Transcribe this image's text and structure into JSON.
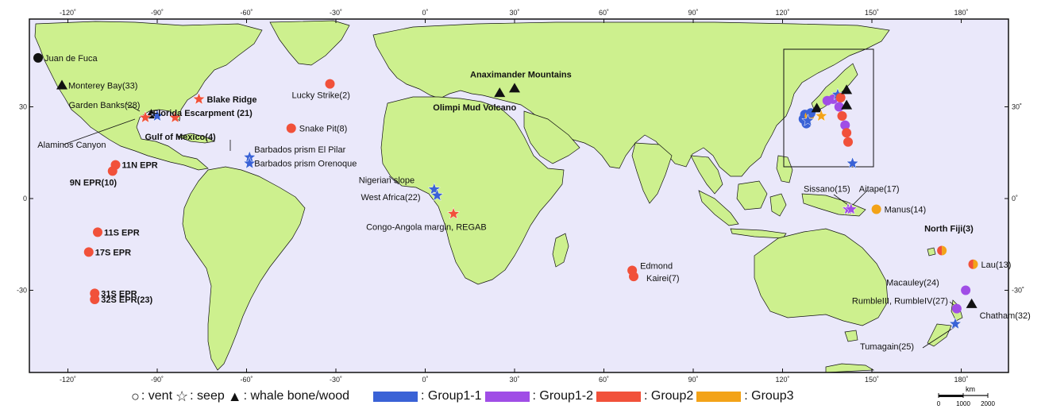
{
  "colors": {
    "ocean": "#eae8fa",
    "land": "#cdf08e",
    "coast": "#111111",
    "group1_1": "#3a62d6",
    "group1_2": "#a04de6",
    "group2": "#f1513a",
    "group3": "#f3a318",
    "none": "#111111",
    "seep_red": "#f1514c"
  },
  "ticks": {
    "top": [
      "-120˚",
      "-90˚",
      "-60˚",
      "-30˚",
      "0˚",
      "30˚",
      "60˚",
      "90˚",
      "120˚",
      "150˚",
      "180˚"
    ],
    "bottom": [
      "-120˚",
      "-90˚",
      "-60˚",
      "-30˚",
      "0˚",
      "30˚",
      "60˚",
      "90˚",
      "120˚",
      "150˚",
      "180˚"
    ],
    "left": [
      "30",
      "0",
      "-30"
    ],
    "right": [
      "30˚",
      "0˚",
      "-30˚"
    ]
  },
  "sites": [
    {
      "label": "Juan de Fuca",
      "lon": -130,
      "lat": 46,
      "type": "vent",
      "group": "none",
      "bold": false
    },
    {
      "label": "Monterey Bay(33)",
      "lon": -122,
      "lat": 37,
      "type": "whale",
      "group": "none",
      "bold": false
    },
    {
      "label": "Garden Banks(28)",
      "lon": -92,
      "lat": 27.5,
      "type": "whale",
      "group": "none",
      "bold": false
    },
    {
      "label": "",
      "lon": -94,
      "lat": 26.5,
      "type": "seep",
      "group": "group2"
    },
    {
      "label": "",
      "lon": -90,
      "lat": 27,
      "type": "seep",
      "group": "group1_1"
    },
    {
      "label": "Florida Escarpment (21)",
      "lon": -84,
      "lat": 26.5,
      "type": "seep",
      "group": "group2",
      "bold": true
    },
    {
      "label": "Blake Ridge",
      "lon": -76,
      "lat": 32.5,
      "type": "seep",
      "group": "group2",
      "bold": true
    },
    {
      "label": "Gulf of Mexico(4)",
      "lon": -92,
      "lat": 25,
      "type": "none",
      "group": "none",
      "bold": true
    },
    {
      "label": "Alaminos Canyon",
      "lon": -95,
      "lat": 26,
      "type": "none",
      "group": "none",
      "bold": false
    },
    {
      "label": "Barbados prism El Pilar",
      "lon": -59,
      "lat": 13.5,
      "type": "seep",
      "group": "group1_1",
      "bold": false
    },
    {
      "label": "Barbados prism Orenoque",
      "lon": -59,
      "lat": 11.5,
      "type": "seep",
      "group": "group1_1",
      "bold": false
    },
    {
      "label": "Lucky Strike(2)",
      "lon": -32,
      "lat": 37.5,
      "type": "vent",
      "group": "group2",
      "bold": false
    },
    {
      "label": "Snake Pit(8)",
      "lon": -45,
      "lat": 23,
      "type": "vent",
      "group": "group2",
      "bold": false
    },
    {
      "label": "11N EPR",
      "lon": -104,
      "lat": 11,
      "type": "vent",
      "group": "group2",
      "bold": true
    },
    {
      "label": "9N EPR(10)",
      "lon": -105,
      "lat": 9,
      "type": "vent",
      "group": "group2",
      "bold": true
    },
    {
      "label": "11S EPR",
      "lon": -110,
      "lat": -11,
      "type": "vent",
      "group": "group2",
      "bold": true
    },
    {
      "label": "17S EPR",
      "lon": -113,
      "lat": -17.5,
      "type": "vent",
      "group": "group2",
      "bold": true
    },
    {
      "label": "31S EPR",
      "lon": -111,
      "lat": -31,
      "type": "vent",
      "group": "group2",
      "bold": true
    },
    {
      "label": "32S EPR(23)",
      "lon": -111,
      "lat": -33,
      "type": "vent",
      "group": "group2",
      "bold": true
    },
    {
      "label": "Nigerian slope",
      "lon": 3,
      "lat": 3,
      "type": "seep",
      "group": "group1_1",
      "bold": false
    },
    {
      "label": "West Africa(22)",
      "lon": 4,
      "lat": 1,
      "type": "seep",
      "group": "group1_1",
      "bold": false
    },
    {
      "label": "Congo-Angola margin, REGAB",
      "lon": 9.5,
      "lat": -5,
      "type": "seep",
      "group": "group2",
      "bold": false
    },
    {
      "label": "Anaximander Mountains",
      "lon": 30,
      "lat": 36,
      "type": "whale",
      "group": "none",
      "bold": true
    },
    {
      "label": "Olimpi Mud Volcano",
      "lon": 25,
      "lat": 34.5,
      "type": "whale",
      "group": "none",
      "bold": true
    },
    {
      "label": "Edmond",
      "lon": 69.5,
      "lat": -23.5,
      "type": "vent",
      "group": "group2",
      "bold": false
    },
    {
      "label": "Kairei(7)",
      "lon": 70,
      "lat": -25.5,
      "type": "vent",
      "group": "group2",
      "bold": false
    },
    {
      "label": "Sissano(15)",
      "lon": 142,
      "lat": -3.5,
      "type": "seep",
      "group": "group1_2",
      "bold": false
    },
    {
      "label": "Aitape(17)",
      "lon": 143,
      "lat": -3.5,
      "type": "seep",
      "group": "group1_2",
      "bold": false
    },
    {
      "label": "Manus(14)",
      "lon": 151.5,
      "lat": -3.5,
      "type": "vent",
      "group": "group3",
      "bold": false
    },
    {
      "label": "North Fiji(3)",
      "lon": 173.5,
      "lat": -17,
      "type": "vent",
      "group": "group2_3",
      "bold": true
    },
    {
      "label": "Lau(13)",
      "lon": 184,
      "lat": -21.5,
      "type": "vent",
      "group": "group2_3",
      "bold": false
    },
    {
      "label": "Macauley(24)",
      "lon": 181.5,
      "lat": -30,
      "type": "vent",
      "group": "group1_2",
      "bold": false
    },
    {
      "label": "RumbleIII, RumbleIV(27)",
      "lon": 178.5,
      "lat": -36,
      "type": "vent",
      "group": "group1_2",
      "bold": false
    },
    {
      "label": "Chatham(32)",
      "lon": 183.5,
      "lat": -34.5,
      "type": "whale",
      "group": "none",
      "bold": false
    },
    {
      "label": "Tumagain(25)",
      "lon": 178,
      "lat": -41,
      "type": "seep",
      "group": "group1_1",
      "bold": false
    }
  ],
  "japan_markers": [
    {
      "lon": 127,
      "lat": 26,
      "type": "vent",
      "group": "group1_1"
    },
    {
      "lon": 127.5,
      "lat": 27.5,
      "type": "vent",
      "group": "group1_1"
    },
    {
      "lon": 128,
      "lat": 24.5,
      "type": "vent",
      "group": "group1_1"
    },
    {
      "lon": 129,
      "lat": 27,
      "type": "vent",
      "group": "group3"
    },
    {
      "lon": 129.5,
      "lat": 28,
      "type": "vent",
      "group": "group1_1"
    },
    {
      "lon": 128.5,
      "lat": 25.5,
      "type": "seep",
      "group": "group1_1"
    },
    {
      "lon": 131.5,
      "lat": 29.5,
      "type": "whale",
      "group": "none"
    },
    {
      "lon": 133,
      "lat": 27,
      "type": "seep",
      "group": "group3"
    },
    {
      "lon": 135,
      "lat": 32,
      "type": "vent",
      "group": "group1_2"
    },
    {
      "lon": 137,
      "lat": 32.5,
      "type": "vent",
      "group": "group1_2"
    },
    {
      "lon": 138.5,
      "lat": 34,
      "type": "seep",
      "group": "group1_1"
    },
    {
      "lon": 139.5,
      "lat": 33,
      "type": "vent",
      "group": "group2"
    },
    {
      "lon": 139,
      "lat": 30,
      "type": "vent",
      "group": "group1_2"
    },
    {
      "lon": 140,
      "lat": 27,
      "type": "vent",
      "group": "group2"
    },
    {
      "lon": 141,
      "lat": 24,
      "type": "vent",
      "group": "group1_2"
    },
    {
      "lon": 141.5,
      "lat": 21.5,
      "type": "vent",
      "group": "group2"
    },
    {
      "lon": 142,
      "lat": 18.5,
      "type": "vent",
      "group": "group2"
    },
    {
      "lon": 143.5,
      "lat": 11.5,
      "type": "seep",
      "group": "group1_1"
    },
    {
      "lon": 141.5,
      "lat": 35.5,
      "type": "whale",
      "group": "none"
    },
    {
      "lon": 141.5,
      "lat": 30.5,
      "type": "whale",
      "group": "none"
    }
  ],
  "legend": {
    "vent_label": ": vent",
    "seep_label": ": seep",
    "whale_label": ": whale bone/wood",
    "groups": [
      {
        "label": ": Group1-1",
        "color_key": "group1_1"
      },
      {
        "label": ": Group1-2",
        "color_key": "group1_2"
      },
      {
        "label": ": Group2",
        "color_key": "group2"
      },
      {
        "label": ": Group3",
        "color_key": "group3"
      }
    ]
  },
  "scale": {
    "unit": "km",
    "ticks": [
      "0",
      "1000",
      "2000"
    ]
  }
}
